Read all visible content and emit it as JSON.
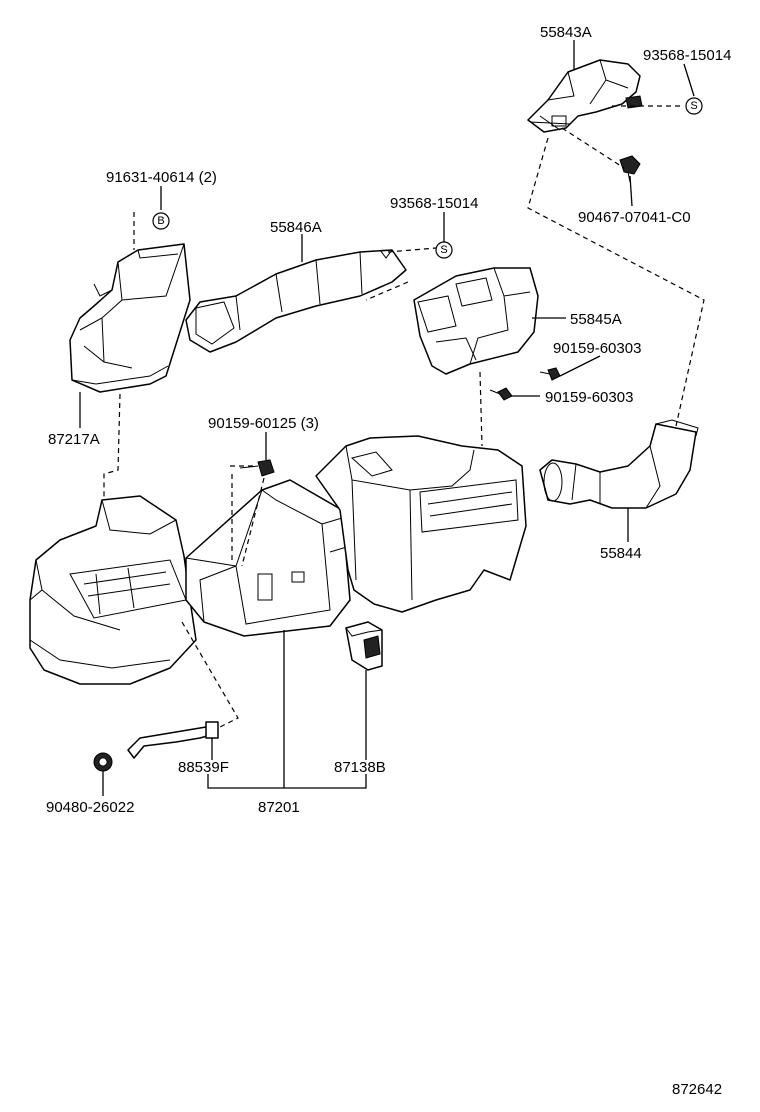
{
  "diagram": {
    "part_labels": {
      "p55843A": "55843A",
      "p93568_top": "93568-15014",
      "p90467": "90467-07041-C0",
      "p91631": "91631-40614 (2)",
      "p55846A": "55846A",
      "p93568_mid": "93568-15014",
      "p55845A": "55845A",
      "p90159_603a": "90159-60303",
      "p90159_603b": "90159-60303",
      "p87217A": "87217A",
      "p90159_601": "90159-60125 (3)",
      "p55844": "55844",
      "p88539F": "88539F",
      "p87138B": "87138B",
      "p90480": "90480-26022",
      "p87201": "87201"
    },
    "callout_marks": {
      "s_top": "S",
      "b_left": "B",
      "s_mid": "S"
    },
    "figure_id": "872642"
  }
}
